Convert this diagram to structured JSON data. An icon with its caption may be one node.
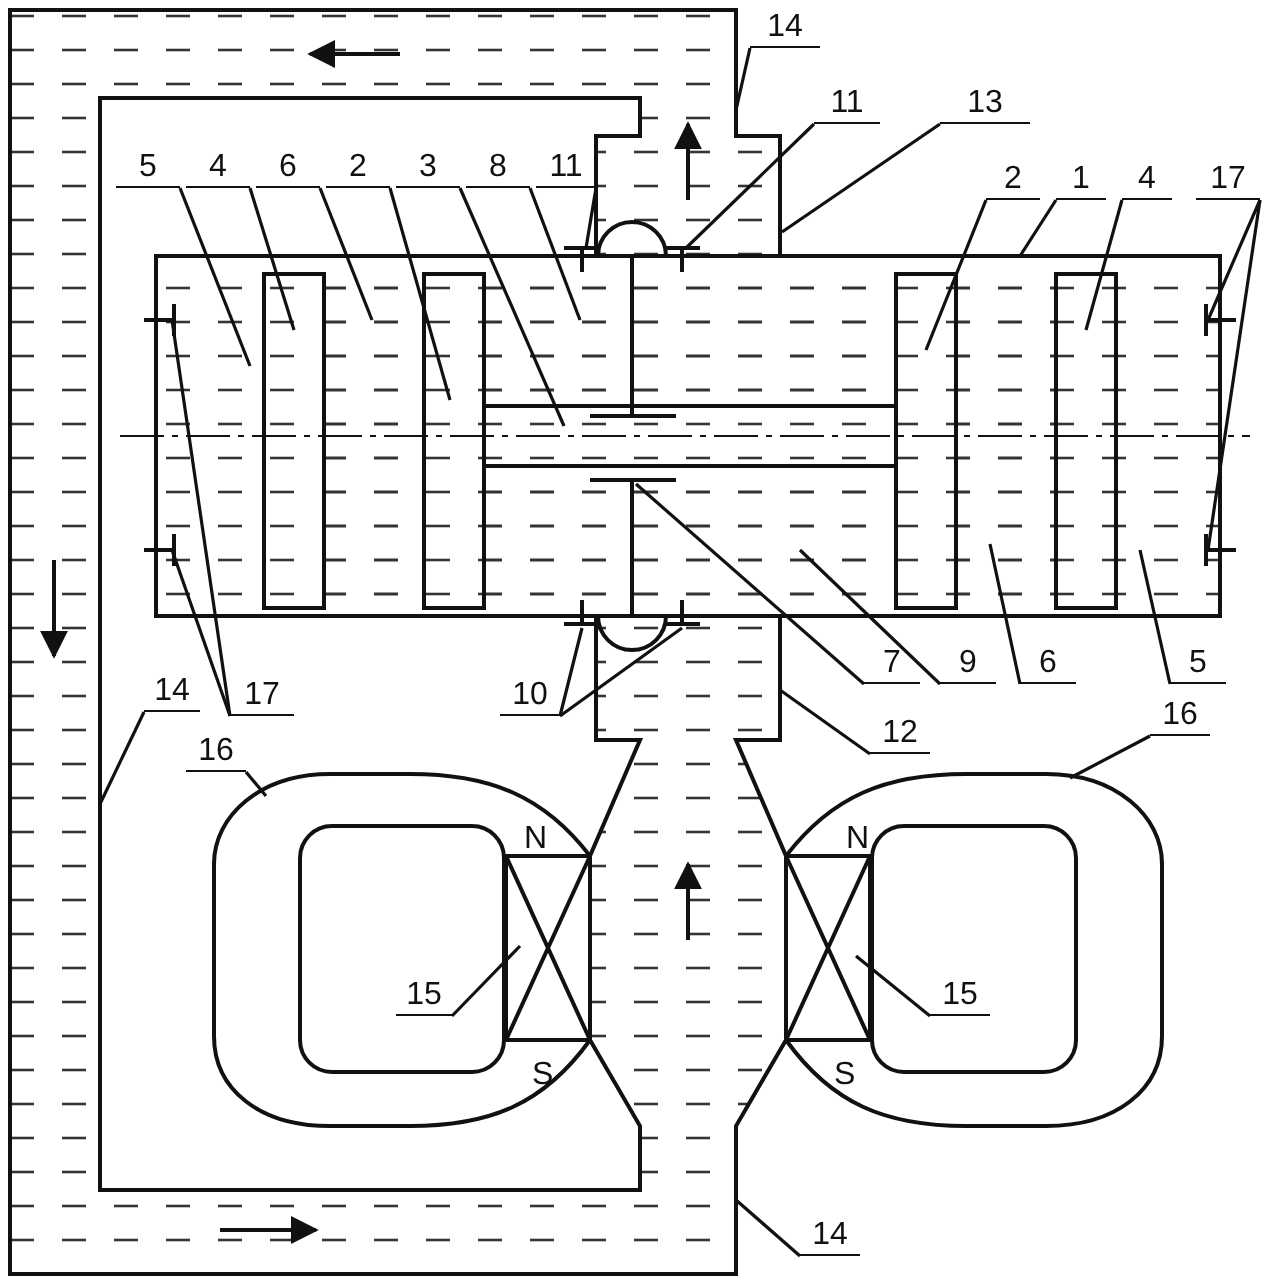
{
  "diagram": {
    "nodes": [
      {
        "text": [
          "14"
        ]
      },
      {
        "text": [
          "11"
        ]
      },
      {
        "text": [
          "13"
        ]
      },
      {
        "text": [
          "5"
        ]
      },
      {
        "text": [
          "4"
        ]
      },
      {
        "text": [
          "6"
        ]
      },
      {
        "text": [
          "2"
        ]
      },
      {
        "text": [
          "3"
        ]
      },
      {
        "text": [
          "8"
        ]
      },
      {
        "text": [
          "11"
        ]
      },
      {
        "text": [
          "2"
        ]
      },
      {
        "text": [
          "1"
        ]
      },
      {
        "text": [
          "4"
        ]
      },
      {
        "text": [
          "17"
        ]
      },
      {
        "text": [
          "17"
        ]
      },
      {
        "text": [
          "10"
        ]
      },
      {
        "text": [
          "7"
        ]
      },
      {
        "text": [
          "9"
        ]
      },
      {
        "text": [
          "6"
        ]
      },
      {
        "text": [
          "5"
        ]
      },
      {
        "text": [
          "12"
        ]
      },
      {
        "text": [
          "14"
        ]
      },
      {
        "text": [
          "16"
        ]
      },
      {
        "text": [
          "16"
        ]
      },
      {
        "text": [
          "15"
        ]
      },
      {
        "text": [
          "15"
        ]
      },
      {
        "text": [
          "14"
        ]
      }
    ],
    "edges": [
      {
        "from": 0,
        "to": null,
        "arrow": "none"
      },
      {
        "from": 1,
        "to": null,
        "arrow": "none"
      },
      {
        "from": 2,
        "to": null,
        "arrow": "none"
      },
      {
        "from": 3,
        "to": null,
        "arrow": "none"
      },
      {
        "from": 4,
        "to": null,
        "arrow": "none"
      },
      {
        "from": 5,
        "to": null,
        "arrow": "none"
      },
      {
        "from": 6,
        "to": null,
        "arrow": "none"
      },
      {
        "from": 7,
        "to": null,
        "arrow": "none"
      },
      {
        "from": 8,
        "to": null,
        "arrow": "none"
      },
      {
        "from": 9,
        "to": null,
        "arrow": "none"
      },
      {
        "from": 10,
        "to": null,
        "arrow": "none"
      },
      {
        "from": 11,
        "to": null,
        "arrow": "none"
      },
      {
        "from": 12,
        "to": null,
        "arrow": "none"
      },
      {
        "from": 13,
        "to": null,
        "arrow": "none"
      },
      {
        "from": 13,
        "to": null,
        "arrow": "none"
      },
      {
        "from": 14,
        "to": null,
        "arrow": "none"
      },
      {
        "from": 14,
        "to": null,
        "arrow": "none"
      },
      {
        "from": 15,
        "to": null,
        "arrow": "none"
      },
      {
        "from": 15,
        "to": null,
        "arrow": "none"
      },
      {
        "from": 16,
        "to": null,
        "arrow": "none"
      },
      {
        "from": 17,
        "to": null,
        "arrow": "none"
      },
      {
        "from": 18,
        "to": null,
        "arrow": "none"
      },
      {
        "from": 19,
        "to": null,
        "arrow": "none"
      },
      {
        "from": 20,
        "to": null,
        "arrow": "none"
      },
      {
        "from": 21,
        "to": null,
        "arrow": "none"
      },
      {
        "from": 22,
        "to": null,
        "arrow": "none"
      },
      {
        "from": 23,
        "to": null,
        "arrow": "none"
      },
      {
        "from": 24,
        "to": null,
        "arrow": "none"
      },
      {
        "from": 25,
        "to": null,
        "arrow": "none"
      },
      {
        "from": 26,
        "to": null,
        "arrow": "none"
      }
    ],
    "labels": [
      "N",
      "N",
      "S",
      "S"
    ]
  }
}
